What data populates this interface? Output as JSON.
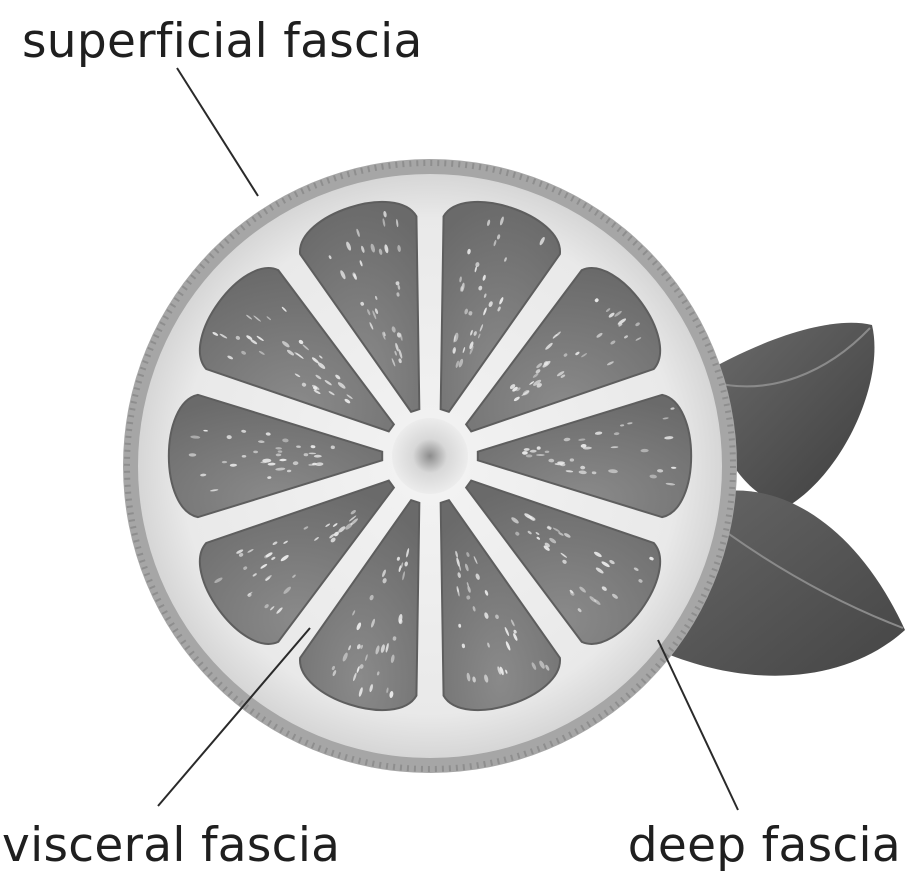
{
  "labels": {
    "superficial": "superficial fascia",
    "visceral": "visceral fascia",
    "deep": "deep fascia"
  },
  "segment_count": 10,
  "colors": {
    "rind_outer": "#9c9c9c",
    "pith": "#ececec",
    "segment": "#7b7b7b",
    "segment_dark": "#5e5e5e",
    "vesicle": "#ededed",
    "leaf": "#5a5a5a",
    "leaf_vein": "#8a8a8a",
    "leader_line": "#2a2a2a"
  }
}
